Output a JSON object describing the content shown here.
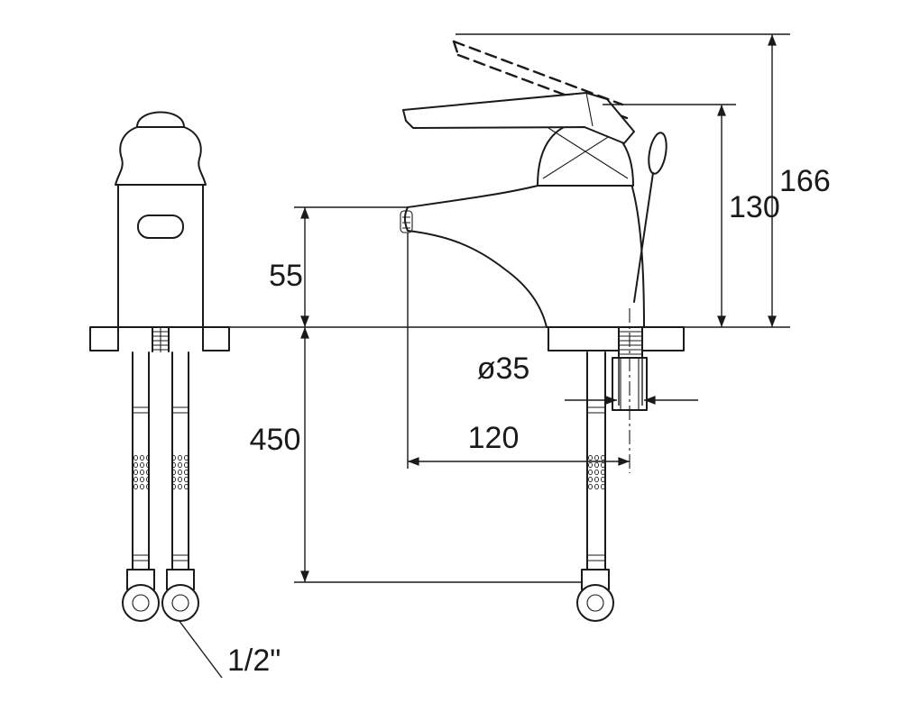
{
  "colors": {
    "background": "#ffffff",
    "line": "#1a1a1a"
  },
  "dimension_labels": {
    "overall_height": "166",
    "handle_height": "130",
    "spout_height": "55",
    "hose_length": "450",
    "mounting_hole_diameter": "ø35",
    "spout_reach": "120",
    "hose_connection": "1/2\""
  }
}
